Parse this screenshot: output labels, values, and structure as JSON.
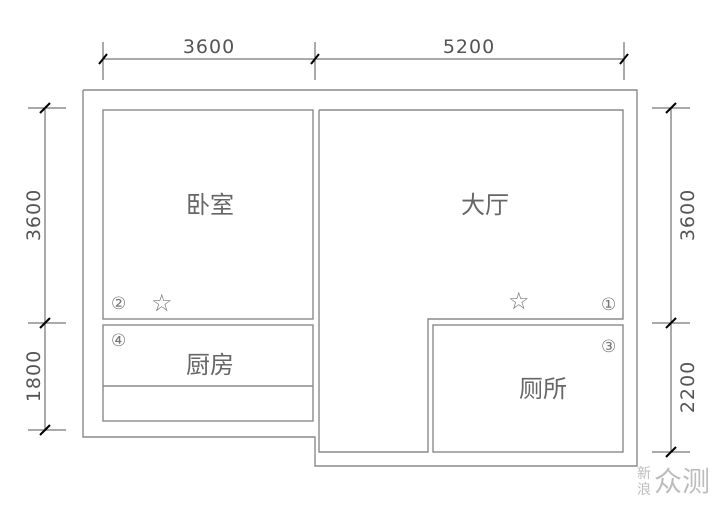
{
  "dimensions": {
    "top_left": "3600",
    "top_right": "5200",
    "left_top": "3600",
    "left_bottom": "1800",
    "right_top": "3600",
    "right_bottom": "2200"
  },
  "rooms": {
    "bedroom": "卧室",
    "hall": "大厅",
    "kitchen": "厨房",
    "toilet": "厕所"
  },
  "markers": {
    "m1": "①",
    "m2": "②",
    "m3": "③",
    "m4": "④",
    "star": "☆"
  },
  "watermark": {
    "line1": "新",
    "line2": "浪",
    "brand": "众测"
  },
  "colors": {
    "wall": "#8a8a8a",
    "dimension": "#555555",
    "text": "#666666"
  }
}
